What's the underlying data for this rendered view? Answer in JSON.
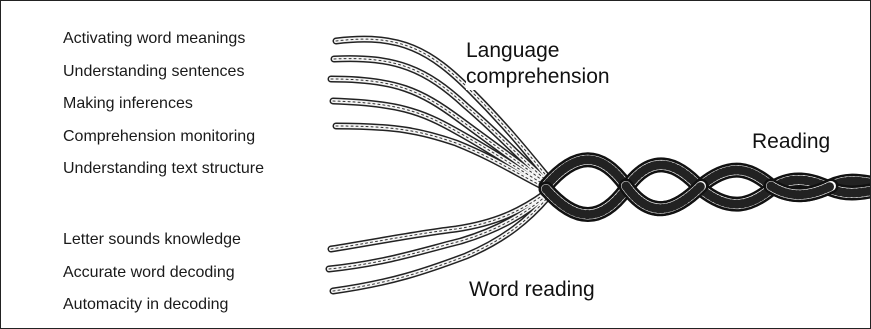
{
  "language_comprehension": {
    "title_line1": "Language",
    "title_line2": "comprehension",
    "strands": [
      "Activating word meanings",
      "Understanding sentences",
      "Making inferences",
      "Comprehension monitoring",
      "Understanding text structure"
    ]
  },
  "word_reading": {
    "title": "Word reading",
    "strands": [
      "Letter sounds knowledge",
      "Accurate word decoding",
      "Automacity in decoding"
    ]
  },
  "outcome": {
    "title": "Reading"
  }
}
